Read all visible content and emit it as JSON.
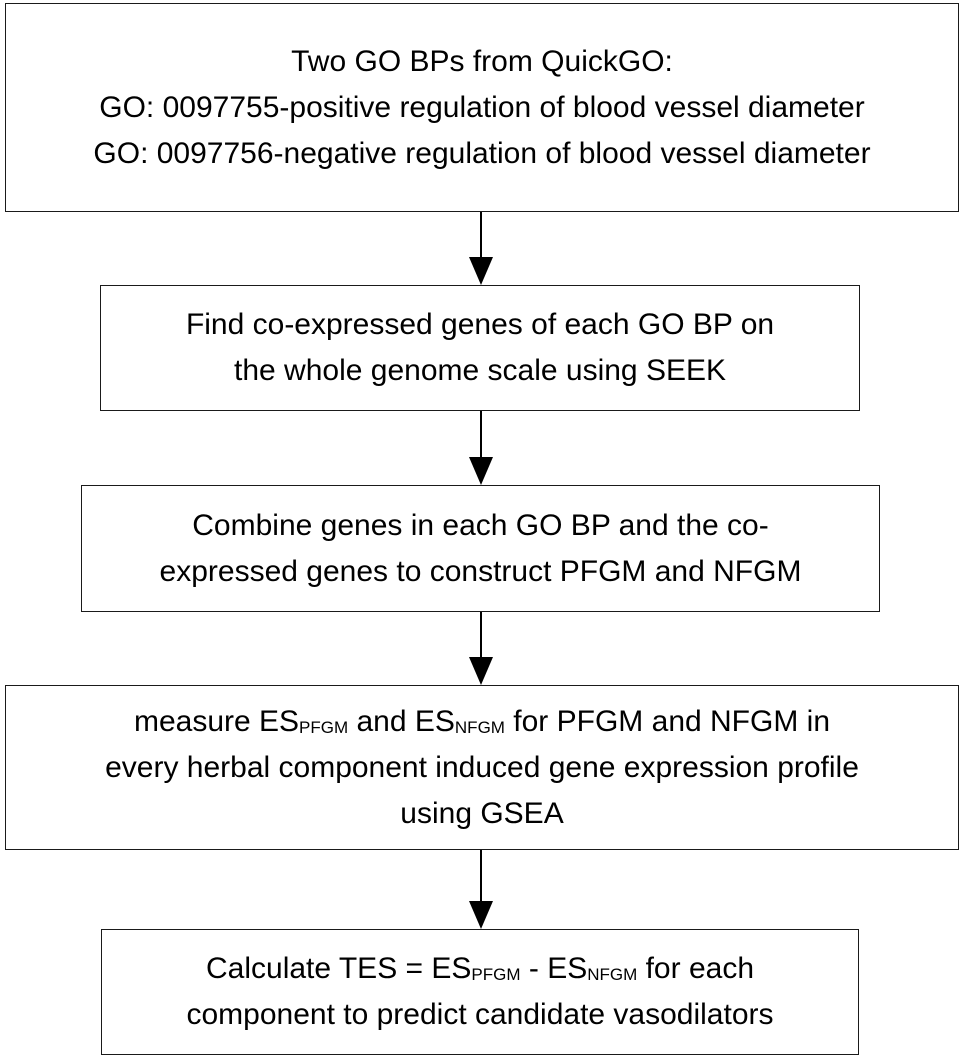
{
  "steps": [
    {
      "lines": [
        "Two GO BPs from QuickGO:",
        "GO: 0097755-positive regulation of blood vessel diameter",
        "GO: 0097756-negative regulation of blood vessel diameter"
      ]
    },
    {
      "lines": [
        "Find co-expressed genes of each GO BP on",
        "the whole genome scale using SEEK"
      ]
    },
    {
      "lines": [
        "Combine genes in each GO BP and the co-",
        "expressed genes to construct PFGM and NFGM"
      ]
    },
    {
      "line1": {
        "pre": "measure ES",
        "sub1": "PFGM",
        "mid": " and ES",
        "sub2": "NFGM",
        "post": " for PFGM and NFGM in"
      },
      "line2": "every herbal component induced gene expression profile",
      "line3": "using GSEA"
    },
    {
      "line1": {
        "pre": "Calculate TES = ES",
        "sub1": "PFGM",
        "mid": " - ES",
        "sub2": "NFGM",
        "post": " for each"
      },
      "line2": "component to predict candidate vasodilators"
    }
  ]
}
